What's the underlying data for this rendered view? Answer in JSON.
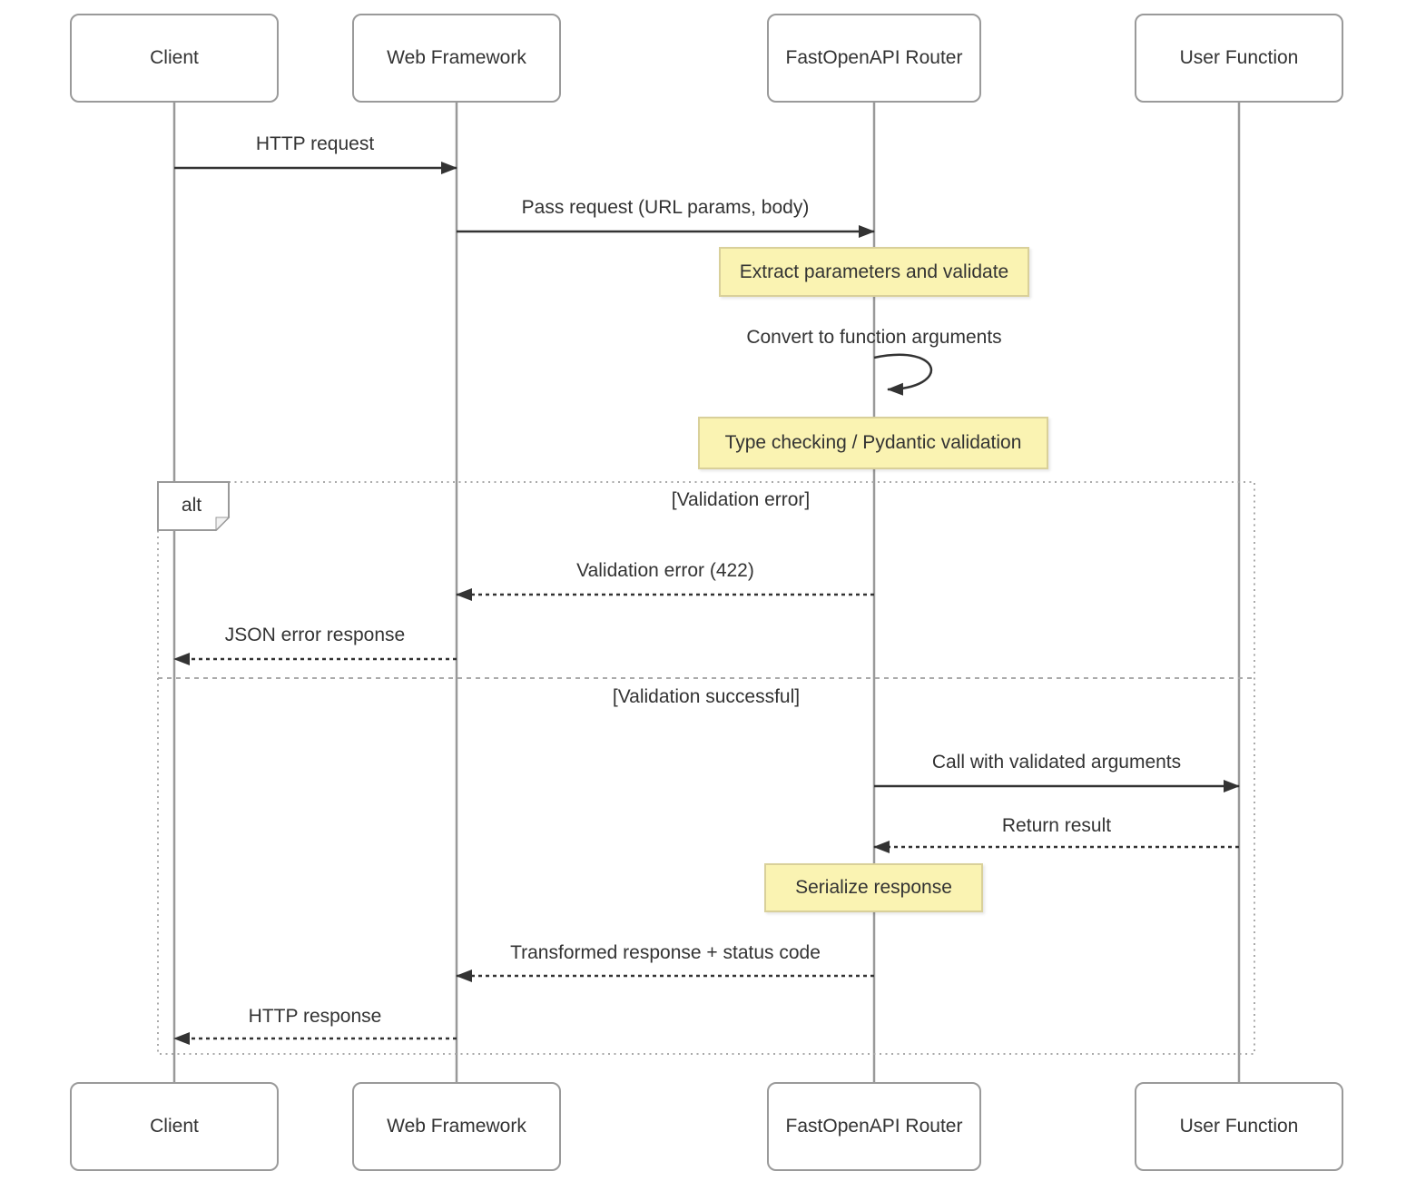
{
  "diagram": {
    "participants": [
      {
        "label": "Client"
      },
      {
        "label": "Web Framework"
      },
      {
        "label": "FastOpenAPI Router"
      },
      {
        "label": "User Function"
      }
    ],
    "messages": {
      "http_request": "HTTP request",
      "pass_request": "Pass request (URL params, body)",
      "convert_args": "Convert to function arguments",
      "validation_error": "Validation error (422)",
      "json_error_response": "JSON error response",
      "call_validated": "Call with validated arguments",
      "return_result": "Return result",
      "transformed_response": "Transformed response + status code",
      "http_response": "HTTP response"
    },
    "notes": {
      "extract_validate": "Extract parameters and validate",
      "type_checking": "Type checking / Pydantic validation",
      "serialize": "Serialize response"
    },
    "alt": {
      "label": "alt",
      "condition_error": "[Validation error]",
      "condition_success": "[Validation successful]"
    },
    "colors": {
      "message_line": "#333333",
      "lifeline": "#999999",
      "frame_border": "#aaaaaa",
      "note_fill": "#faf3b2",
      "note_border": "#d9d09a",
      "text": "#333333"
    }
  }
}
